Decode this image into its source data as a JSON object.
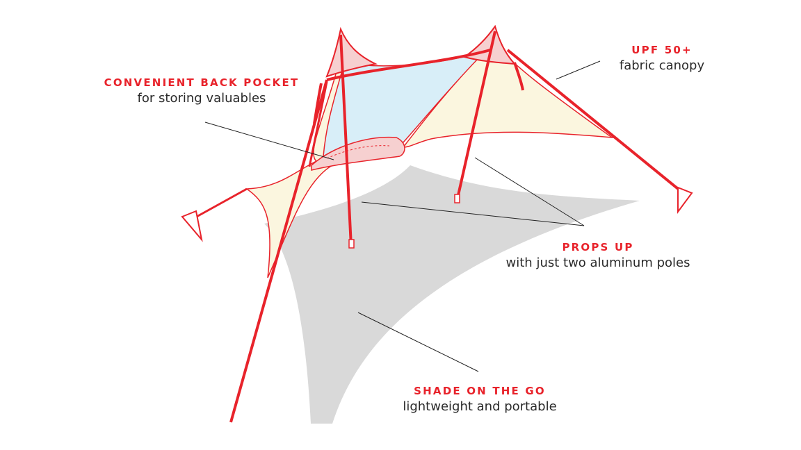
{
  "callouts": {
    "pocket": {
      "title": "CONVENIENT BACK POCKET",
      "desc": "for storing valuables"
    },
    "upf": {
      "title": "UPF 50+",
      "desc": "fabric canopy"
    },
    "props": {
      "title": "PROPS UP",
      "desc": "with just two aluminum poles"
    },
    "shade": {
      "title": "SHADE ON THE GO",
      "desc": "lightweight and portable"
    }
  },
  "colors": {
    "accent": "#e8232b",
    "canopy_fabric": "#fbf6df",
    "canopy_sky": "#d8eef8",
    "shadow": "#d9d9d9",
    "leader_line": "#222222",
    "body_text": "#2a2a2a"
  }
}
